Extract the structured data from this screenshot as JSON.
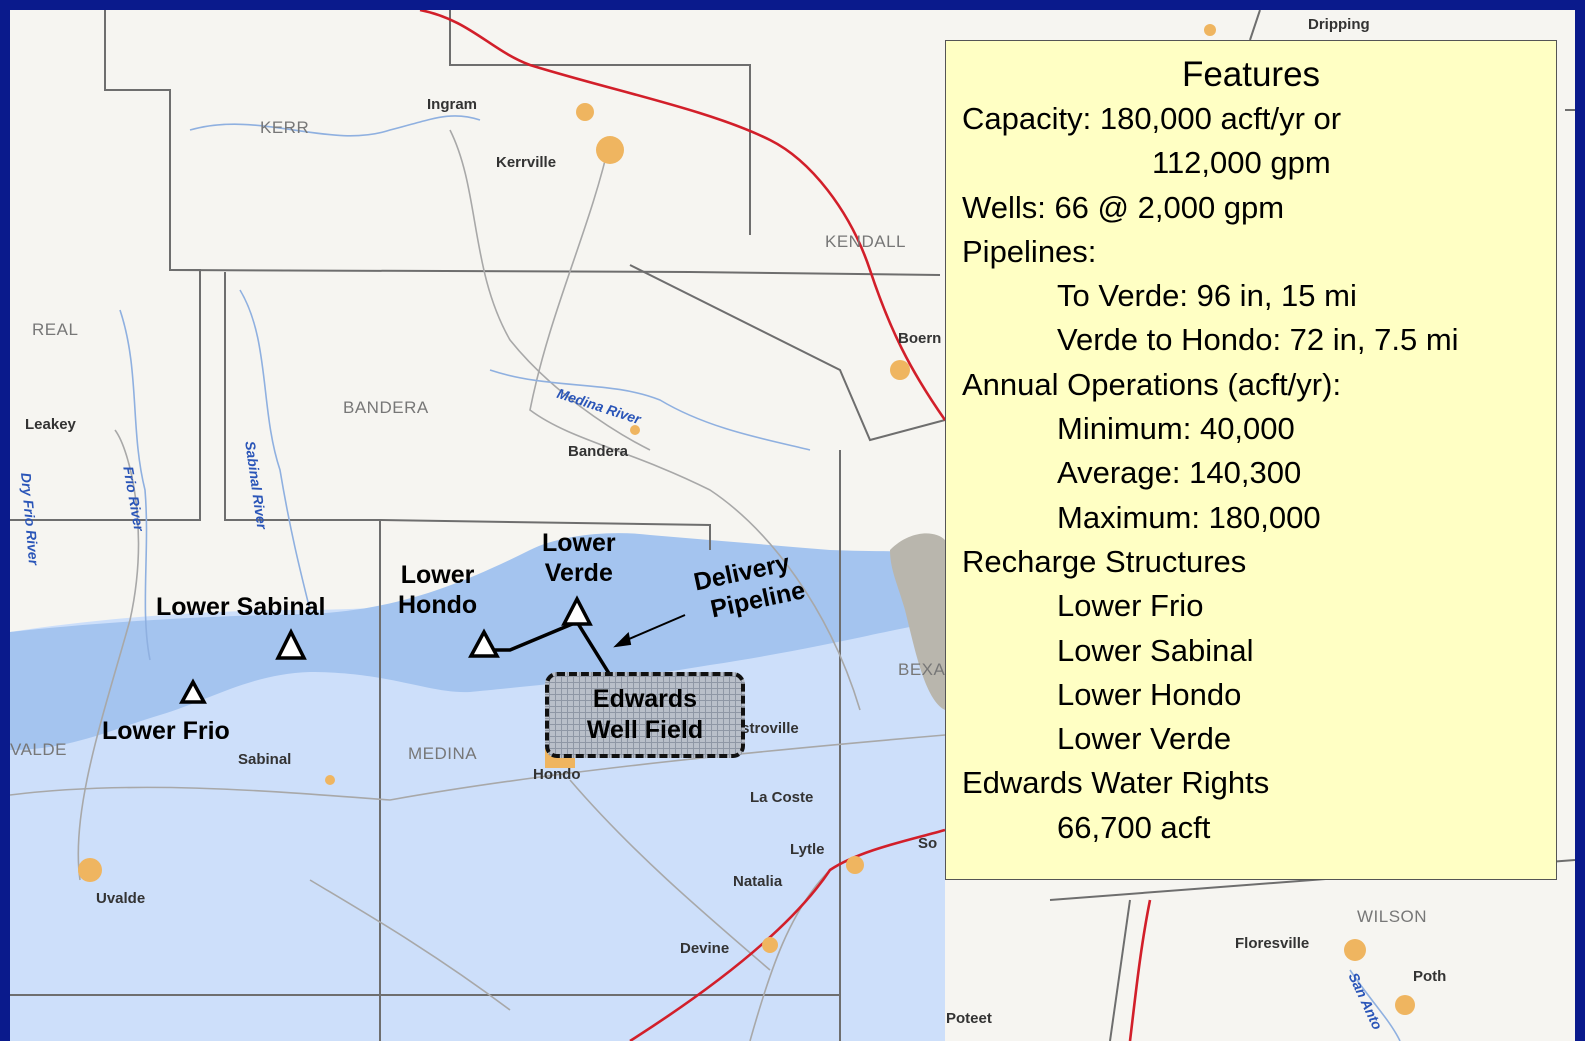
{
  "features_box": {
    "title": "Features",
    "lines": [
      {
        "text": "Capacity: 180,000 acft/yr or",
        "indent": 0
      },
      {
        "text": "112,000 gpm",
        "indent": 2
      },
      {
        "text": "Wells: 66 @ 2,000 gpm",
        "indent": 0
      },
      {
        "text": "Pipelines:",
        "indent": 0
      },
      {
        "text": "To Verde: 96 in, 15 mi",
        "indent": 1
      },
      {
        "text": "Verde to Hondo: 72 in, 7.5 mi",
        "indent": 1
      },
      {
        "text": "Annual Operations (acft/yr):",
        "indent": 0
      },
      {
        "text": "Minimum: 40,000",
        "indent": 1
      },
      {
        "text": "Average: 140,300",
        "indent": 1
      },
      {
        "text": "Maximum: 180,000",
        "indent": 1
      },
      {
        "text": "Recharge Structures",
        "indent": 0
      },
      {
        "text": "Lower Frio",
        "indent": 1
      },
      {
        "text": "Lower Sabinal",
        "indent": 1
      },
      {
        "text": "Lower Hondo",
        "indent": 1
      },
      {
        "text": "Lower Verde",
        "indent": 1
      },
      {
        "text": "Edwards Water Rights",
        "indent": 0
      },
      {
        "text": "66,700 acft",
        "indent": 1
      }
    ]
  },
  "counties": {
    "kerr": "KERR",
    "kendall": "KENDALL",
    "real": "REAL",
    "bandera": "BANDERA",
    "medina": "MEDINA",
    "uvalde": "VALDE",
    "bexar": "BEXA",
    "wilson": "WILSON"
  },
  "towns": {
    "dripping": "Dripping",
    "ingram": "Ingram",
    "kerrville": "Kerrville",
    "boerne": "Boern",
    "leakey": "Leakey",
    "bandera": "Bandera",
    "sabinal": "Sabinal",
    "hondo": "Hondo",
    "castroville": "Castroville",
    "la_coste": "La Coste",
    "lytle": "Lytle",
    "natalia": "Natalia",
    "somerset": "So",
    "uvalde": "Uvalde",
    "devine": "Devine",
    "floresville": "Floresville",
    "poth": "Poth",
    "poteet": "Poteet"
  },
  "rivers": {
    "medina": "Medina River",
    "sabinal": "Sabinal River",
    "frio": "Frio River",
    "dry_frio": "Dry Frio River",
    "san_antonio": "San Anto"
  },
  "sites": {
    "lower_sabinal": "Lower Sabinal",
    "lower_frio": "Lower Frio",
    "lower_hondo_1": "Lower",
    "lower_hondo_2": "Hondo",
    "lower_verde_1": "Lower",
    "lower_verde_2": "Verde",
    "delivery_1": "Delivery",
    "delivery_2": "Pipeline"
  },
  "well_field": {
    "line1": "Edwards",
    "line2": "Well Field"
  },
  "colors": {
    "background": "#0a1a8c",
    "map": "#f6f5f1",
    "aquifer_recharge_zone": "#a4c4ef",
    "aquifer_artesian_zone": "#cddffa",
    "highway": "#d21f2a",
    "features_box": "#ffffc4"
  }
}
